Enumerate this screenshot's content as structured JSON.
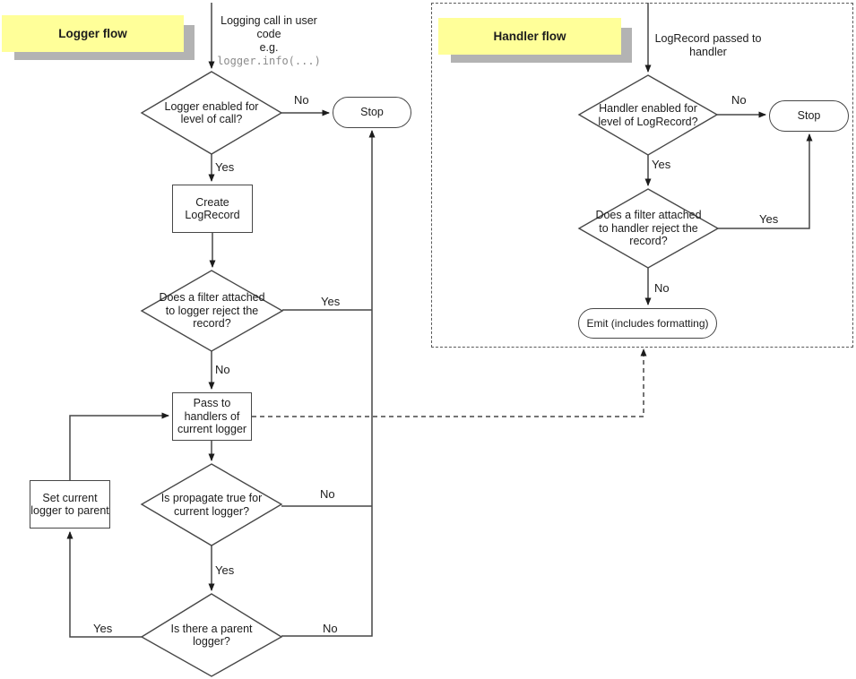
{
  "diagram": {
    "colors": {
      "note_background": "#ffff99",
      "note_shadow": "#b3b3b3",
      "line": "#474747",
      "code_text": "#8c8c8c"
    },
    "logger": {
      "title": "Logger flow",
      "entry": {
        "text": "Logging call in user\ncode\ne.g.",
        "code": "logger.info(...)"
      },
      "nodes": {
        "enabled": "Logger enabled for\nlevel of call?",
        "stop": "Stop",
        "create": "Create\nLogRecord",
        "filter": "Does a filter attached\nto logger reject the\nrecord?",
        "pass": "Pass to\nhandlers of\ncurrent logger",
        "propagate": "Is propagate true for\ncurrent logger?",
        "parent": "Is there a parent\nlogger?",
        "set_parent": "Set current\nlogger to parent"
      },
      "labels": {
        "enabled_no": "No",
        "enabled_yes": "Yes",
        "filter_yes": "Yes",
        "filter_no": "No",
        "propagate_no": "No",
        "propagate_yes": "Yes",
        "parent_yes": "Yes",
        "parent_no": "No"
      }
    },
    "handler": {
      "title": "Handler flow",
      "entry": {
        "text": "LogRecord passed to\nhandler"
      },
      "nodes": {
        "enabled": "Handler enabled for\nlevel of LogRecord?",
        "stop": "Stop",
        "filter": "Does a filter attached\nto handler reject the\nrecord?",
        "emit": "Emit (includes formatting)"
      },
      "labels": {
        "enabled_no": "No",
        "enabled_yes": "Yes",
        "filter_yes": "Yes",
        "filter_no": "No"
      }
    }
  }
}
